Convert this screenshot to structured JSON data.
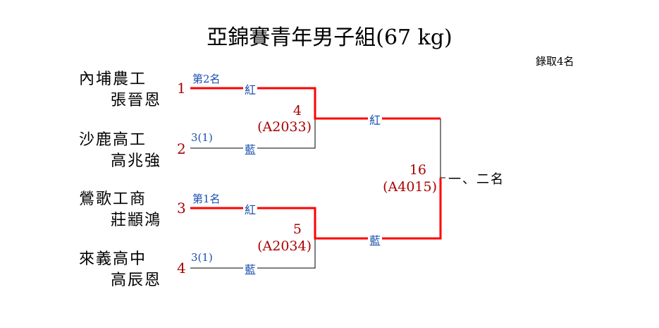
{
  "title": "亞錦賽青年男子組(67 kg)",
  "note": "錄取4名",
  "entries": [
    {
      "seed": "1",
      "school": "內埔農工",
      "name": "張晉恩",
      "rank": "第2名",
      "corner": "紅"
    },
    {
      "seed": "2",
      "school": "沙鹿高工",
      "name": "高兆強",
      "rank": "3(1)",
      "corner": "藍"
    },
    {
      "seed": "3",
      "school": "鶯歌工商",
      "name": "莊顓鴻",
      "rank": "第1名",
      "corner": "紅"
    },
    {
      "seed": "4",
      "school": "來義高中",
      "name": "高辰恩",
      "rank": "3(1)",
      "corner": "藍"
    }
  ],
  "matches": [
    {
      "number": "4",
      "code": "(A2033)",
      "winner_corner": "紅"
    },
    {
      "number": "5",
      "code": "(A2034)",
      "winner_corner": "藍"
    },
    {
      "number": "16",
      "code": "(A4015)",
      "result": "一、二名"
    }
  ],
  "colors": {
    "win": "#ff0000",
    "lose": "#000000",
    "corner": "#1a4fb0",
    "seed": "#aa0000"
  }
}
